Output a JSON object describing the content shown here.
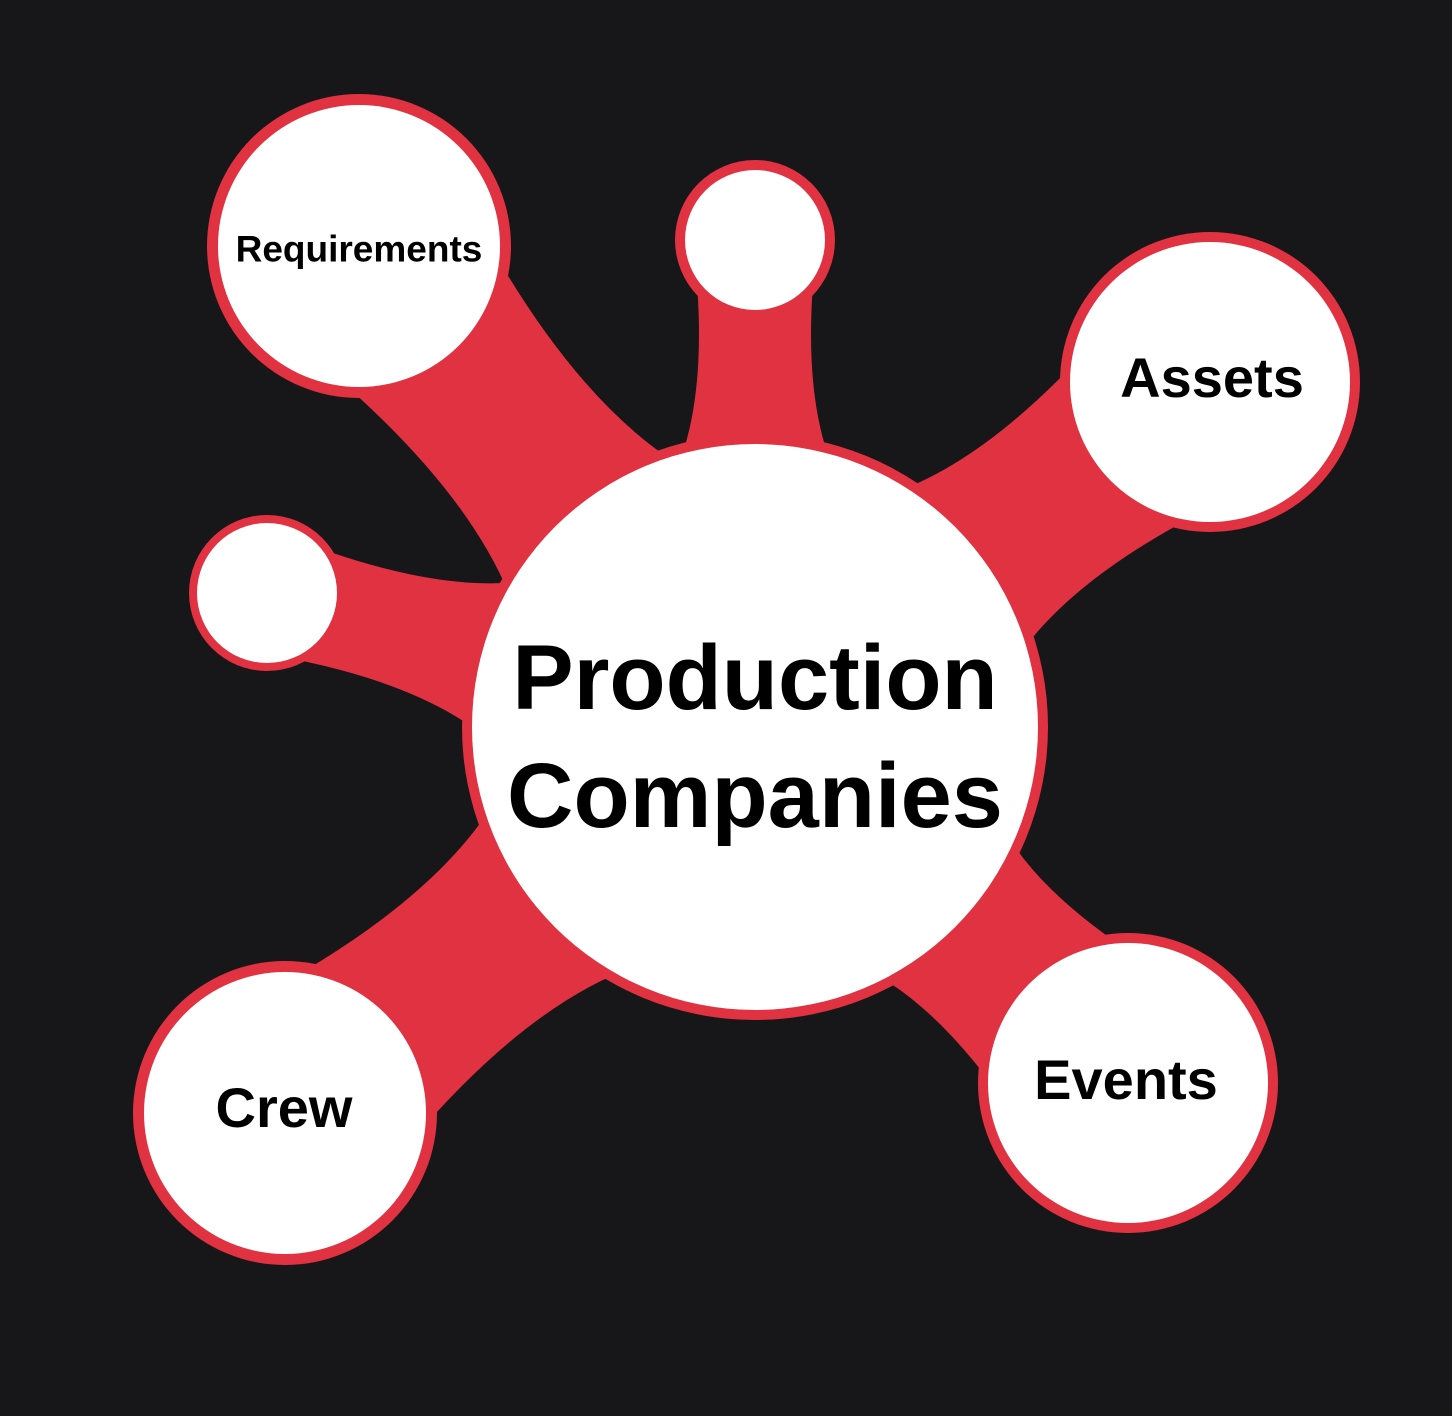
{
  "colors": {
    "background": "#17171a",
    "accent": "#e03241",
    "node_fill": "#ffffff",
    "text": "#000000"
  },
  "center": {
    "label_line1": "Production",
    "label_line2": "Companies"
  },
  "nodes": [
    {
      "id": "requirements",
      "label": "Requirements"
    },
    {
      "id": "blank-top",
      "label": ""
    },
    {
      "id": "assets",
      "label": "Assets"
    },
    {
      "id": "blank-left",
      "label": ""
    },
    {
      "id": "crew",
      "label": "Crew"
    },
    {
      "id": "events",
      "label": "Events"
    }
  ]
}
